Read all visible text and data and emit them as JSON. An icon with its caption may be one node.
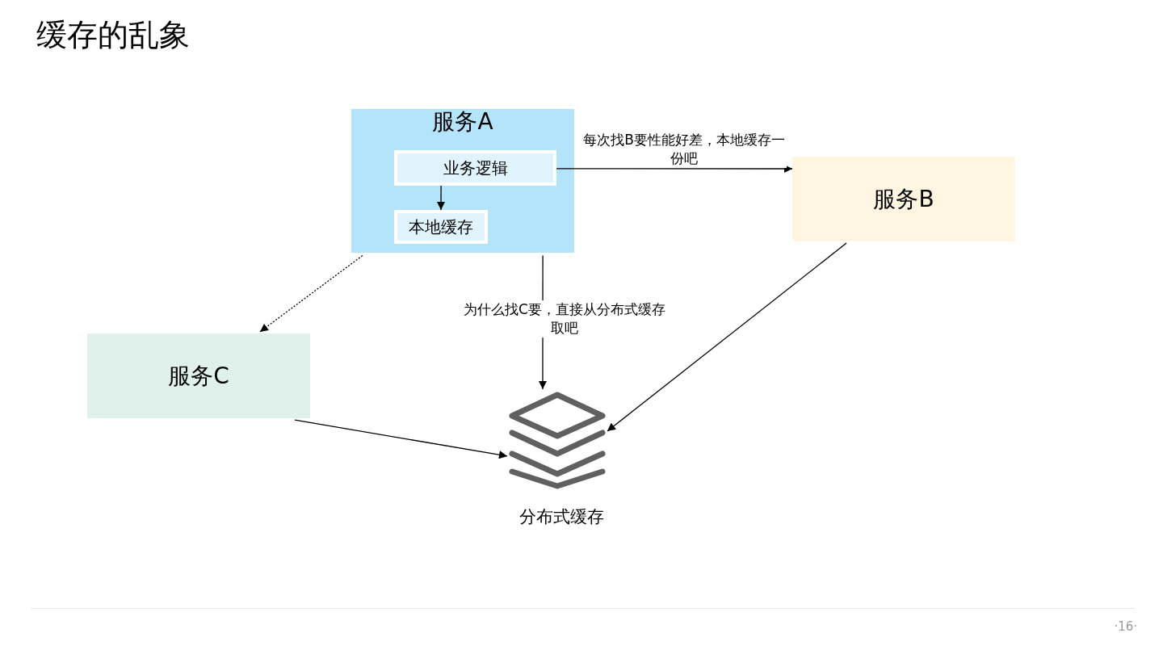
{
  "diagram": {
    "title": "缓存的乱象",
    "nodes": [
      {
        "text": [
          "服务A"
        ]
      },
      {
        "text": [
          "业务逻辑"
        ],
        "in": 0
      },
      {
        "text": [
          "本地缓存"
        ],
        "in": 0
      },
      {
        "text": [
          "服务B"
        ]
      },
      {
        "text": [
          "服务C"
        ]
      },
      {
        "text": [
          "分布式缓存"
        ]
      }
    ],
    "edges": [
      {
        "from": 1,
        "to": 2,
        "arrow": "to"
      },
      {
        "from": 1,
        "to": 3,
        "arrow": "to",
        "label": "每次找B要性能好差，本地缓存一份吧"
      },
      {
        "from": 0,
        "to": 4,
        "arrow": "to",
        "style": "dashed"
      },
      {
        "from": 0,
        "to": 5,
        "arrow": "to",
        "label": "为什么找C要，直接从分布式缓存取吧"
      },
      {
        "from": 3,
        "to": 5,
        "arrow": "to"
      },
      {
        "from": 4,
        "to": 5,
        "arrow": "to"
      }
    ],
    "labels": [
      "·16·"
    ]
  }
}
